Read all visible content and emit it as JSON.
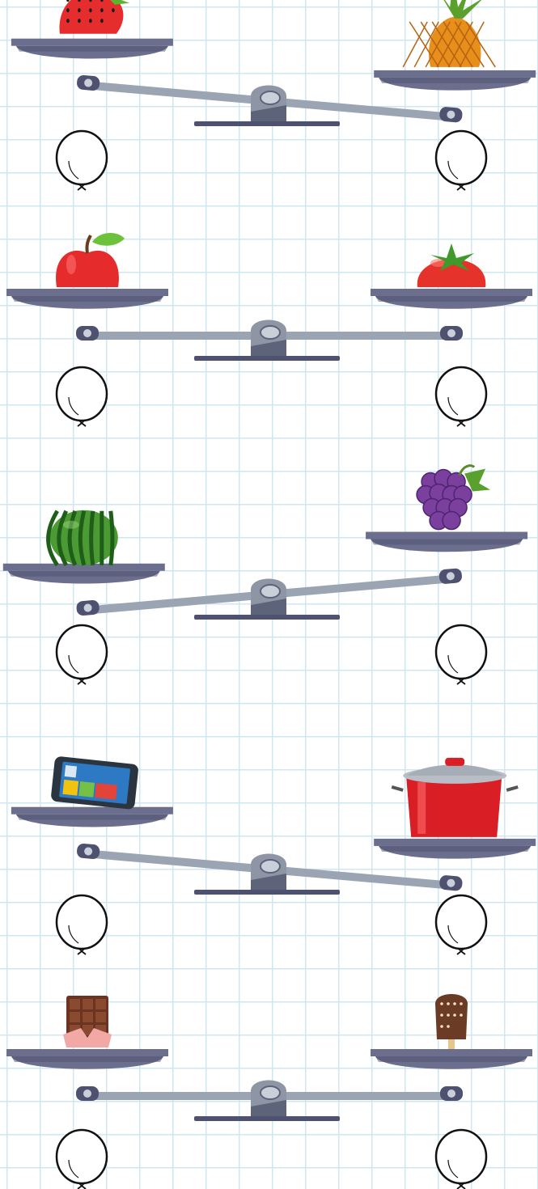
{
  "title": "",
  "colors": {
    "grid": "#cfe6f3",
    "pan": "#6b6f8d",
    "pan_shadow": "#4e5270",
    "beam": "#9aa4b2",
    "pivot": "#8e96a6",
    "pivot_dark": "#5d6378",
    "balloon_stroke": "#111111",
    "balloon_fill": "#ffffff"
  },
  "scales": [
    {
      "id": "scale-1",
      "tilt": "right-down",
      "left_item": "strawberry",
      "right_item": "pineapple",
      "left_answer": "",
      "right_answer": ""
    },
    {
      "id": "scale-2",
      "tilt": "balanced",
      "left_item": "apple",
      "right_item": "tomato",
      "left_answer": "",
      "right_answer": ""
    },
    {
      "id": "scale-3",
      "tilt": "left-down",
      "left_item": "watermelon",
      "right_item": "grapes",
      "left_answer": "",
      "right_answer": ""
    },
    {
      "id": "scale-4",
      "tilt": "right-down",
      "left_item": "smartphone",
      "right_item": "cooking-pot",
      "left_answer": "",
      "right_answer": ""
    },
    {
      "id": "scale-5",
      "tilt": "balanced",
      "left_item": "chocolate-bar",
      "right_item": "ice-cream-bar",
      "left_answer": "",
      "right_answer": ""
    }
  ]
}
